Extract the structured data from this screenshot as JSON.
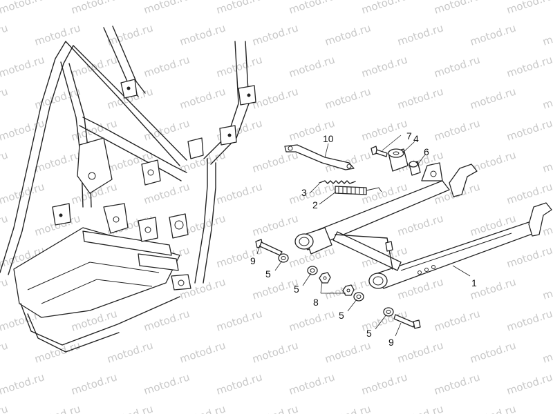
{
  "watermark": {
    "text": "motod.ru"
  },
  "callouts": [
    {
      "id": "c10",
      "text": "10"
    },
    {
      "id": "c7",
      "text": "7"
    },
    {
      "id": "c4",
      "text": "4"
    },
    {
      "id": "c6",
      "text": "6"
    },
    {
      "id": "c3",
      "text": "3"
    },
    {
      "id": "c2",
      "text": "2"
    },
    {
      "id": "c9a",
      "text": "9"
    },
    {
      "id": "c5a",
      "text": "5"
    },
    {
      "id": "c5b",
      "text": "5"
    },
    {
      "id": "c8",
      "text": "8"
    },
    {
      "id": "c5c",
      "text": "5"
    },
    {
      "id": "c1",
      "text": "1"
    },
    {
      "id": "c5d",
      "text": "5"
    },
    {
      "id": "c9b",
      "text": "9"
    }
  ],
  "colors": {
    "line": "#222222",
    "watermark": "#c8c8c8",
    "background": "#ffffff"
  }
}
